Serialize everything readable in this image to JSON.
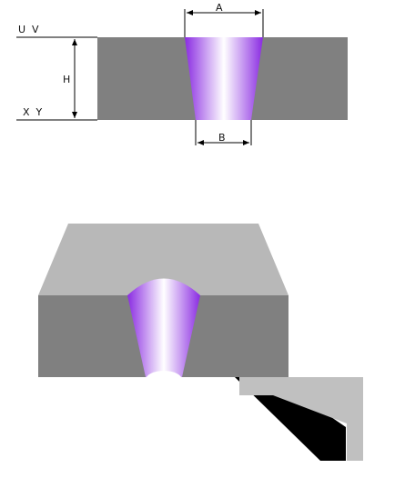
{
  "labels": {
    "top_left": "U  V",
    "bottom_left": "X  Y",
    "height": "H",
    "top_width": "A",
    "bottom_width": "B"
  },
  "colors": {
    "plate_front": "#808080",
    "plate_top": "#b8b8b8",
    "plate_dark": "#000000",
    "cut_edge": "#8a2be2",
    "cut_center": "#ffffff",
    "line": "#000000",
    "background": "#ffffff"
  }
}
